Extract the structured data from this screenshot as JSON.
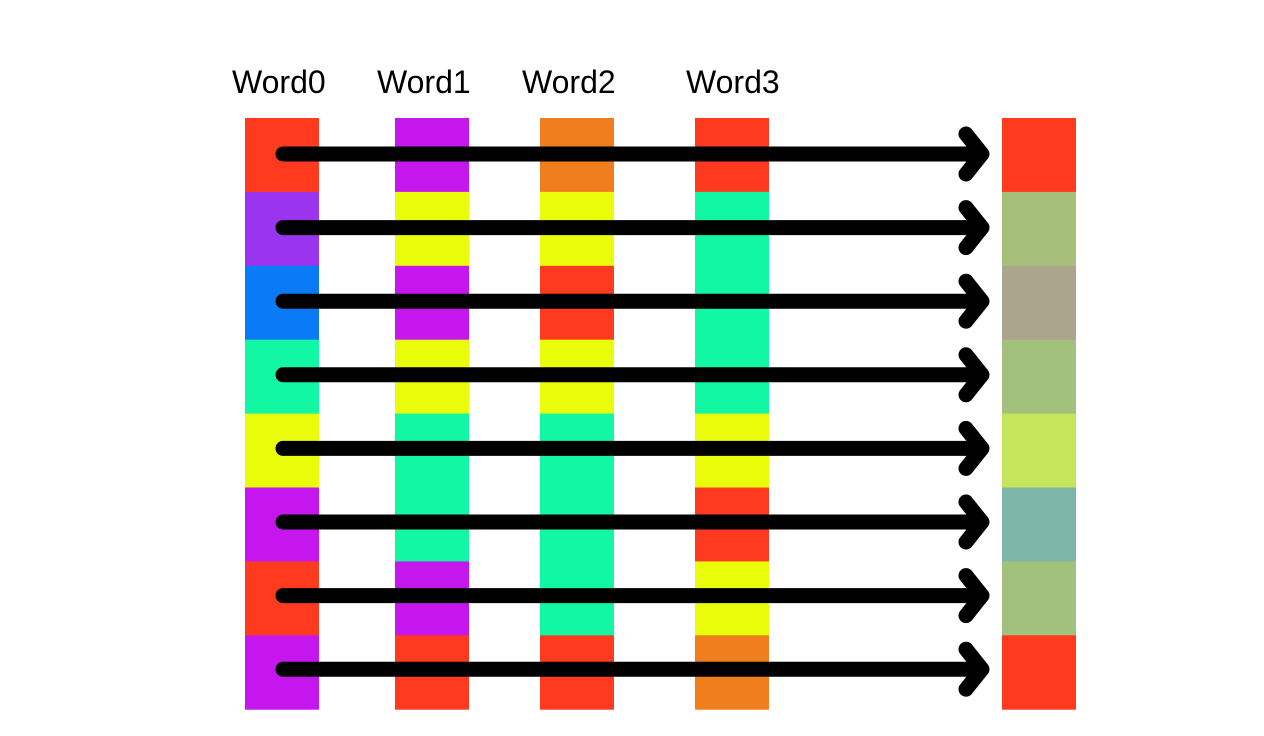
{
  "palette": {
    "red": "#ff3a1e",
    "purple": "#c516ee",
    "violet": "#9a34ee",
    "blue": "#0a7af7",
    "mint": "#12f7a4",
    "yellow": "#e9fd0b",
    "orange": "#f07e1c",
    "olive": "#a6c07c",
    "taupe": "#aca58d",
    "sage": "#a1c17c",
    "lime": "#c7e55a",
    "teal": "#7eb7a9",
    "arrow": "#000000"
  },
  "words": [
    {
      "label": "Word0",
      "cells": [
        "red",
        "violet",
        "blue",
        "mint",
        "yellow",
        "purple",
        "red",
        "purple"
      ]
    },
    {
      "label": "Word1",
      "cells": [
        "purple",
        "yellow",
        "purple",
        "yellow",
        "mint",
        "mint",
        "purple",
        "red"
      ]
    },
    {
      "label": "Word2",
      "cells": [
        "orange",
        "yellow",
        "red",
        "yellow",
        "mint",
        "mint",
        "mint",
        "red"
      ]
    },
    {
      "label": "Word3",
      "cells": [
        "red",
        "mint",
        "mint",
        "mint",
        "yellow",
        "red",
        "yellow",
        "orange"
      ]
    }
  ],
  "result": {
    "cells": [
      "red",
      "olive",
      "taupe",
      "sage",
      "lime",
      "teal",
      "sage",
      "red"
    ]
  }
}
